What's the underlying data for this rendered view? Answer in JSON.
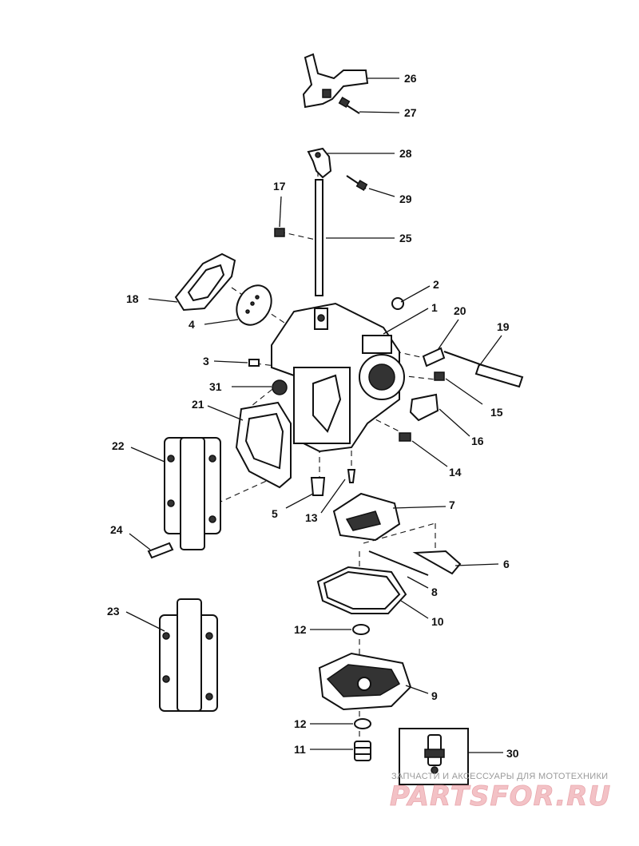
{
  "callouts": [
    "1",
    "2",
    "3",
    "4",
    "5",
    "6",
    "7",
    "8",
    "9",
    "10",
    "11",
    "12",
    "12",
    "13",
    "14",
    "15",
    "16",
    "17",
    "18",
    "19",
    "20",
    "21",
    "22",
    "23",
    "24",
    "25",
    "26",
    "27",
    "28",
    "29",
    "30",
    "31"
  ],
  "watermark": {
    "caption": "ЗАПЧАСТИ И АКСЕССУАРЫ ДЛЯ МОТОТЕХНИКИ",
    "logo": "PARTSFOR.RU"
  },
  "colors": {
    "ink": "#111111",
    "watermark": "#f3c2c6"
  }
}
